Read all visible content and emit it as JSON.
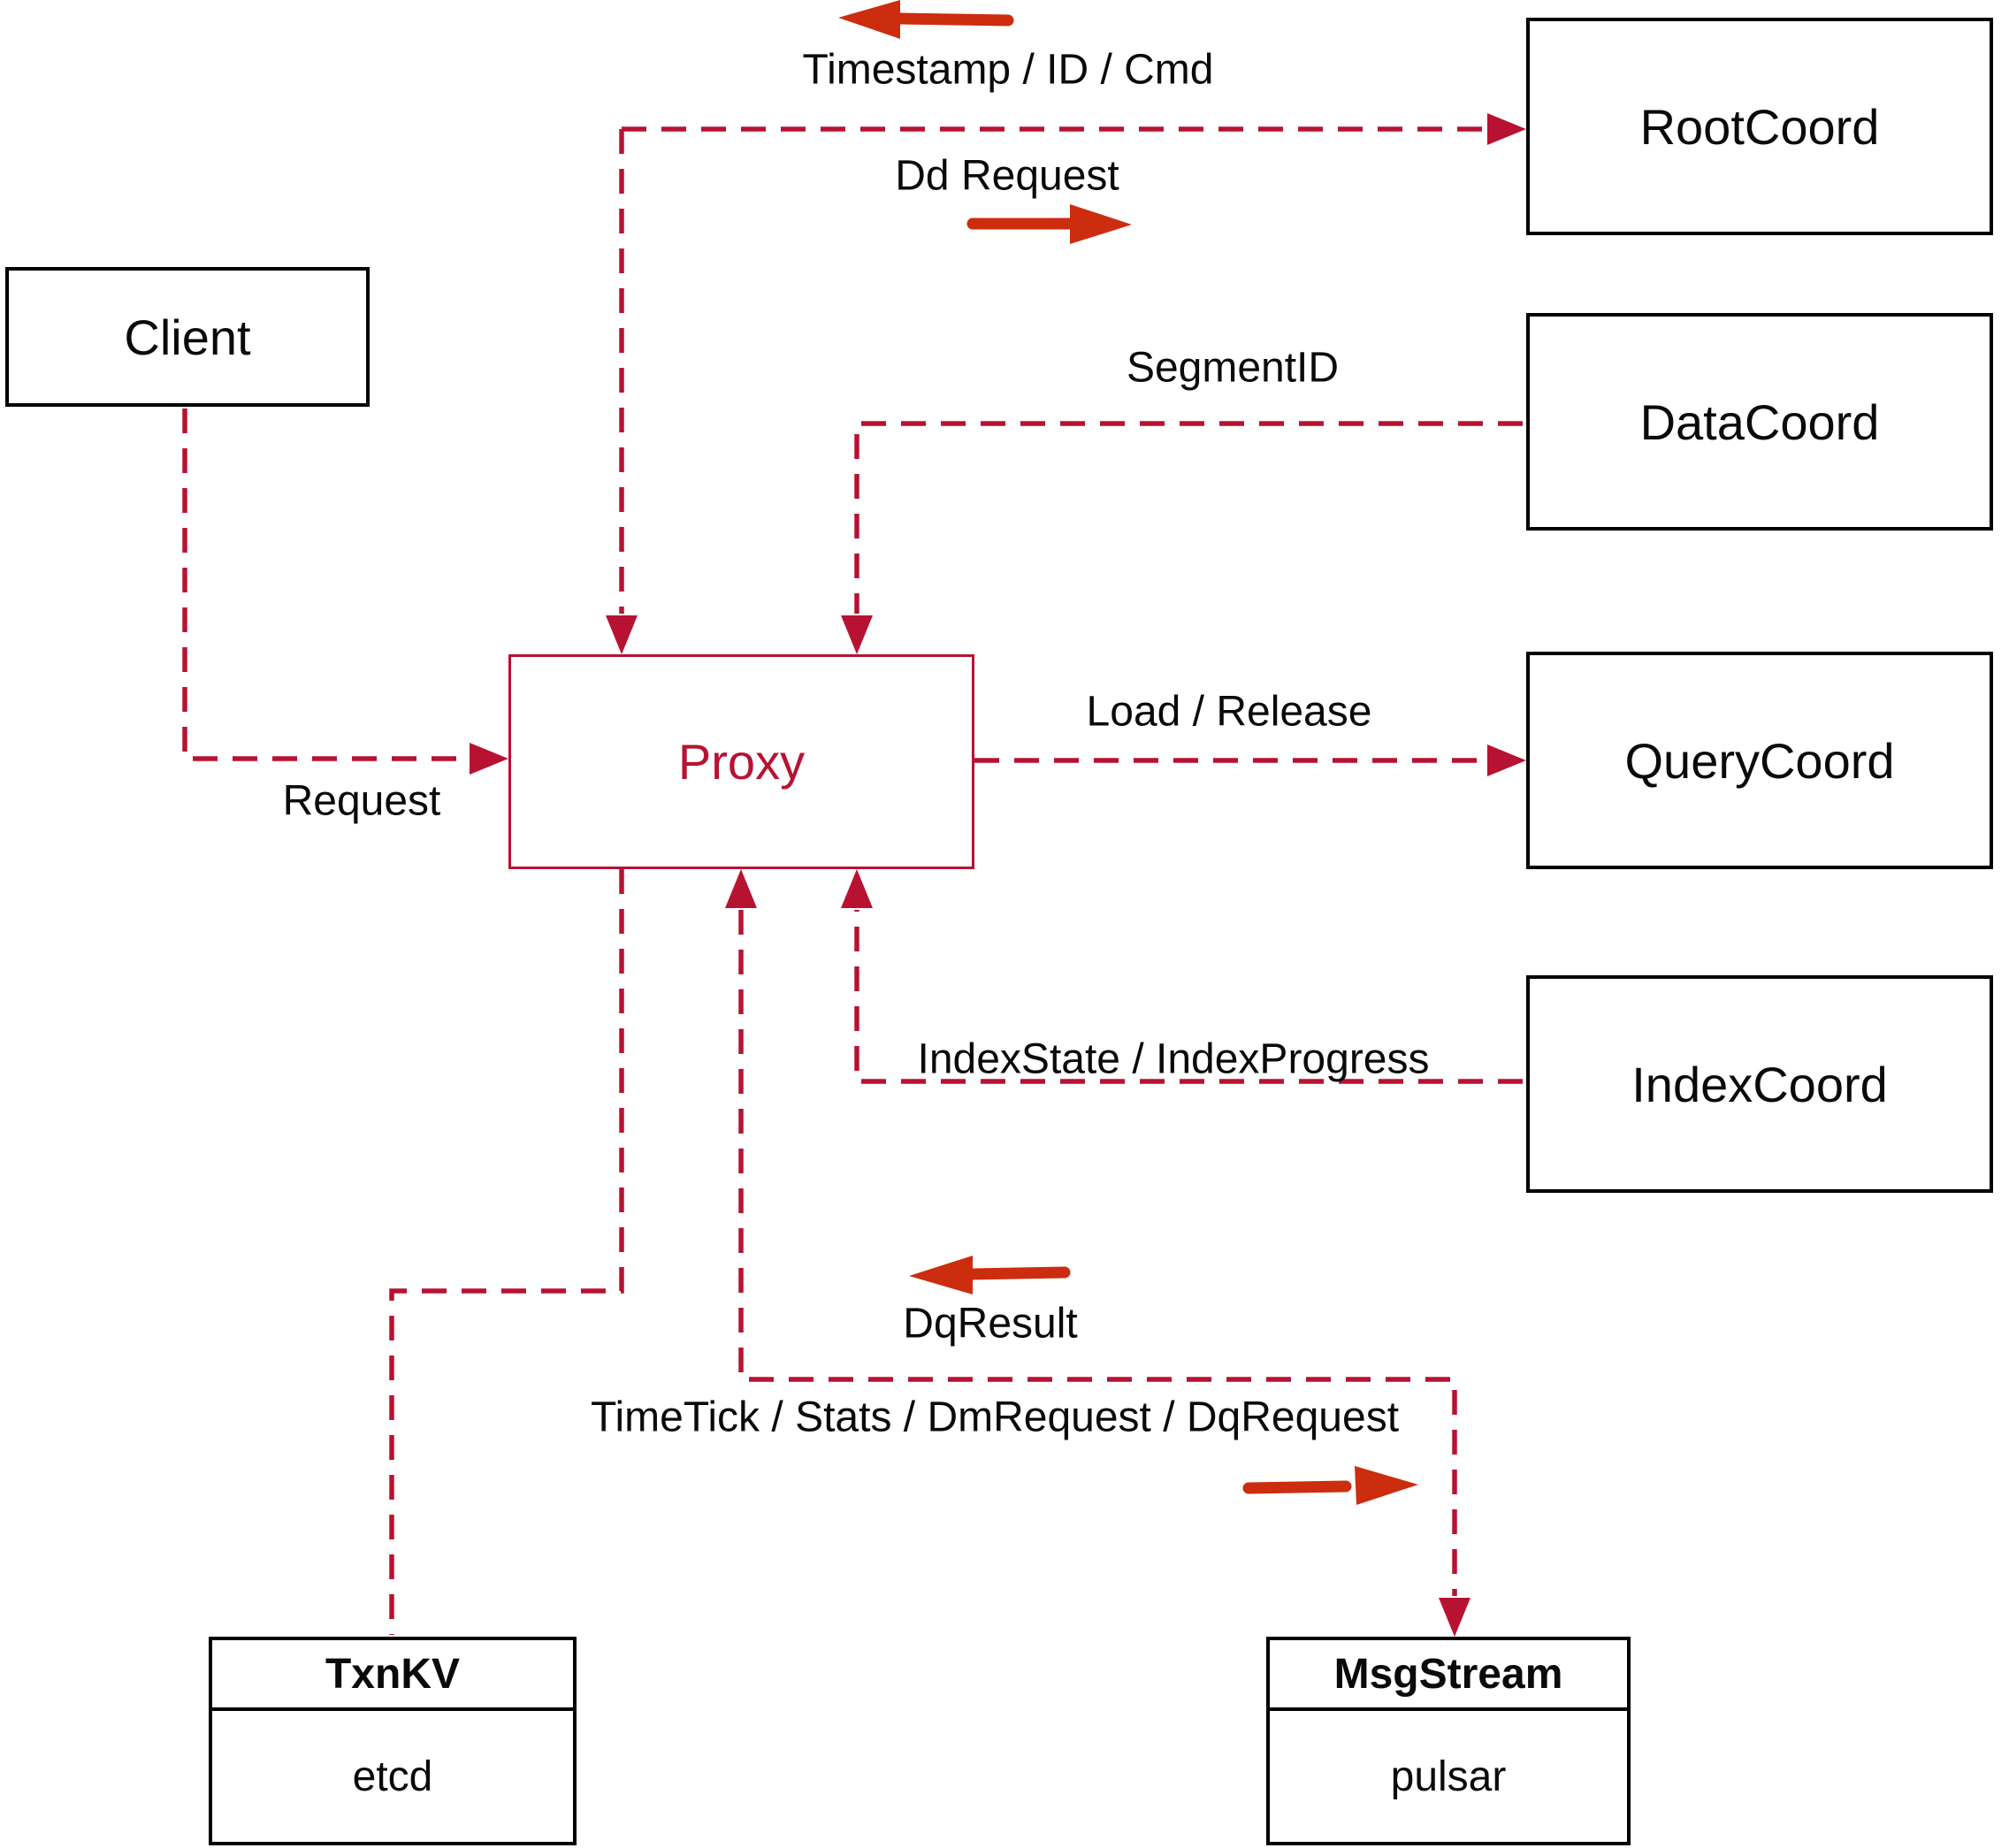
{
  "colors": {
    "dashed": "#b81233",
    "solid-arrow": "#cc2d0f",
    "proxy-accent": "#b81233",
    "box-border": "#000000",
    "label-ink": "#0a0a0a",
    "background": "#ffffff"
  },
  "nodes": {
    "client": {
      "label": "Client"
    },
    "proxy": {
      "label": "Proxy"
    },
    "rootcoord": {
      "label": "RootCoord"
    },
    "datacoord": {
      "label": "DataCoord"
    },
    "querycoord": {
      "label": "QueryCoord"
    },
    "indexcoord": {
      "label": "IndexCoord"
    },
    "txnkv": {
      "title": "TxnKV",
      "body": "etcd"
    },
    "msgstream": {
      "title": "MsgStream",
      "body": "pulsar"
    }
  },
  "edge_labels": {
    "timestamp": "Timestamp / ID / Cmd",
    "dd_request": "Dd Request",
    "segment_id": "SegmentID",
    "load_release": "Load / Release",
    "request": "Request",
    "index_state": "IndexState / IndexProgress",
    "dq_result": "DqResult",
    "time_tick": "TimeTick / Stats / DmRequest / DqRequest"
  }
}
